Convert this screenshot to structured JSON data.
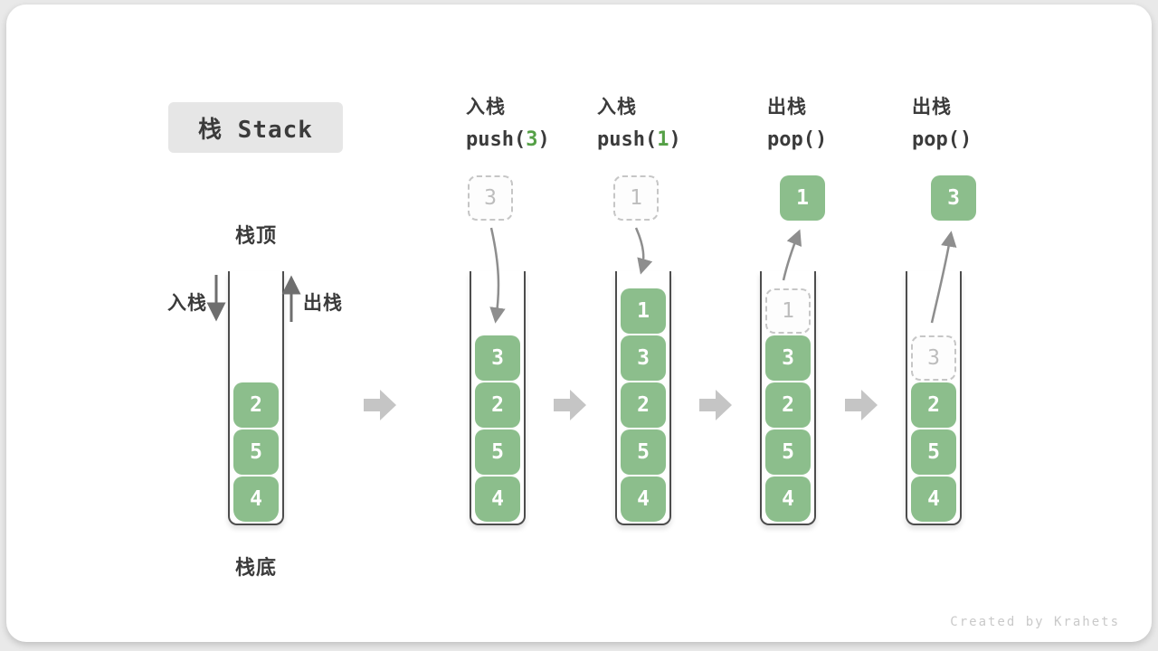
{
  "title": "栈 Stack",
  "first_stack": {
    "top_label": "栈顶",
    "bottom_label": "栈底",
    "push_side_label": "入栈",
    "pop_side_label": "出栈"
  },
  "steps": [
    {
      "op": "入栈",
      "code_pre": "push(",
      "arg": "3",
      "code_post": ")",
      "float_value": "3",
      "float_style": "ghost"
    },
    {
      "op": "入栈",
      "code_pre": "push(",
      "arg": "1",
      "code_post": ")",
      "float_value": "1",
      "float_style": "ghost"
    },
    {
      "op": "出栈",
      "code_pre": "pop(",
      "arg": "",
      "code_post": ")",
      "float_value": "1",
      "float_style": "solid"
    },
    {
      "op": "出栈",
      "code_pre": "pop(",
      "arg": "",
      "code_post": ")",
      "float_value": "3",
      "float_style": "solid"
    }
  ],
  "stacks": [
    {
      "cells": [
        {
          "value": "2",
          "slot": 2,
          "style": "solid"
        },
        {
          "value": "5",
          "slot": 3,
          "style": "solid"
        },
        {
          "value": "4",
          "slot": 4,
          "style": "solid"
        }
      ]
    },
    {
      "cells": [
        {
          "value": "3",
          "slot": 1,
          "style": "solid"
        },
        {
          "value": "2",
          "slot": 2,
          "style": "solid"
        },
        {
          "value": "5",
          "slot": 3,
          "style": "solid"
        },
        {
          "value": "4",
          "slot": 4,
          "style": "solid"
        }
      ]
    },
    {
      "cells": [
        {
          "value": "1",
          "slot": 0,
          "style": "solid"
        },
        {
          "value": "3",
          "slot": 1,
          "style": "solid"
        },
        {
          "value": "2",
          "slot": 2,
          "style": "solid"
        },
        {
          "value": "5",
          "slot": 3,
          "style": "solid"
        },
        {
          "value": "4",
          "slot": 4,
          "style": "solid"
        }
      ]
    },
    {
      "cells": [
        {
          "value": "1",
          "slot": 0,
          "style": "ghost"
        },
        {
          "value": "3",
          "slot": 1,
          "style": "solid"
        },
        {
          "value": "2",
          "slot": 2,
          "style": "solid"
        },
        {
          "value": "5",
          "slot": 3,
          "style": "solid"
        },
        {
          "value": "4",
          "slot": 4,
          "style": "solid"
        }
      ]
    },
    {
      "cells": [
        {
          "value": "3",
          "slot": 1,
          "style": "ghost"
        },
        {
          "value": "2",
          "slot": 2,
          "style": "solid"
        },
        {
          "value": "5",
          "slot": 3,
          "style": "solid"
        },
        {
          "value": "4",
          "slot": 4,
          "style": "solid"
        }
      ]
    }
  ],
  "watermark": "Created by Krahets",
  "colors": {
    "green": "#8CBE8C",
    "arg_green": "#55A046",
    "dark_text": "#3B3B3B",
    "wall": "#4D4D4D",
    "ghost_border": "#C6C6C6",
    "ghost_text": "#BDBDBD",
    "curve_arrow": "#8E8E8E",
    "side_arrow": "#6E6E6E",
    "block_arrow": "#C5C5C5",
    "title_bg": "#E6E6E6",
    "watermark": "#C9C9C9"
  }
}
